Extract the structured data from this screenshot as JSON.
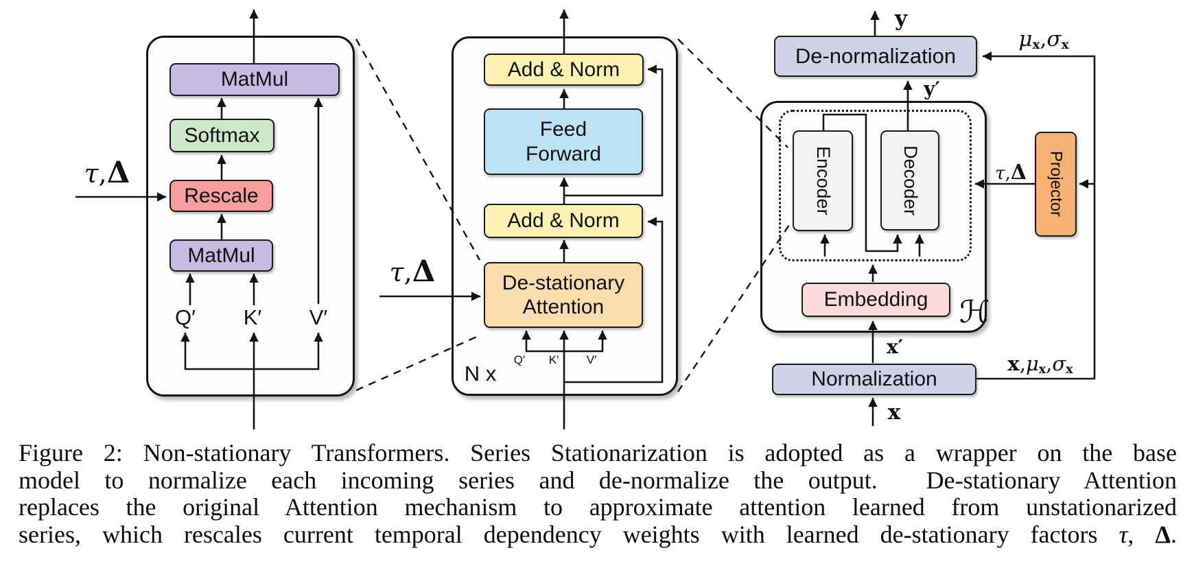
{
  "math": {
    "tau": "τ",
    "delta": "Δ",
    "mu": "μ",
    "sigma": "σ",
    "x": "x",
    "y": "y",
    "x_prime": "x′",
    "y_prime": "y′",
    "q_prime": "Q′",
    "k_prime": "K′",
    "v_prime": "V′",
    "h_script": "ℋ",
    "comma": ", "
  },
  "attention_panel": {
    "matmul_top": "MatMul",
    "softmax": "Softmax",
    "rescale": "Rescale",
    "matmul_bottom": "MatMul"
  },
  "block_panel": {
    "add_norm_top": "Add & Norm",
    "feed_forward": "Feed\nForward",
    "add_norm_bottom": "Add & Norm",
    "attention": "De-stationary\nAttention",
    "repeat": "N x"
  },
  "wrapper_panel": {
    "denormalization": "De-normalization",
    "encoder": "Encoder",
    "decoder": "Decoder",
    "embedding": "Embedding",
    "normalization": "Normalization",
    "projector": "Projector"
  },
  "caption": {
    "line1": "Figure 2: Non-stationary Transformers. Series Stationarization is adopted as a wrapper on the base",
    "line2": "model to normalize each incoming series and de-normalize the output.  De-stationary Attention",
    "line3": "replaces the original Attention mechanism to approximate attention learned from unstationarized",
    "line4_text": "series, which rescales current temporal dependency weights with learned de-stationary factors ",
    "line4_sep": ", ",
    "line4_end": "."
  },
  "colors": {
    "c-purple": "#c7bae3",
    "c-green": "#cfe7c9",
    "c-red": "#f89d9d",
    "c-yellow": "#fbf2b4",
    "c-blue": "#bce2f3",
    "c-tan": "#fbdcae",
    "c-lav": "#ced2e4",
    "c-pink": "#fadada",
    "c-orange": "#f6b173",
    "c-gray": "#f2f3f4",
    "panel-bg": "#fdfdfd"
  }
}
